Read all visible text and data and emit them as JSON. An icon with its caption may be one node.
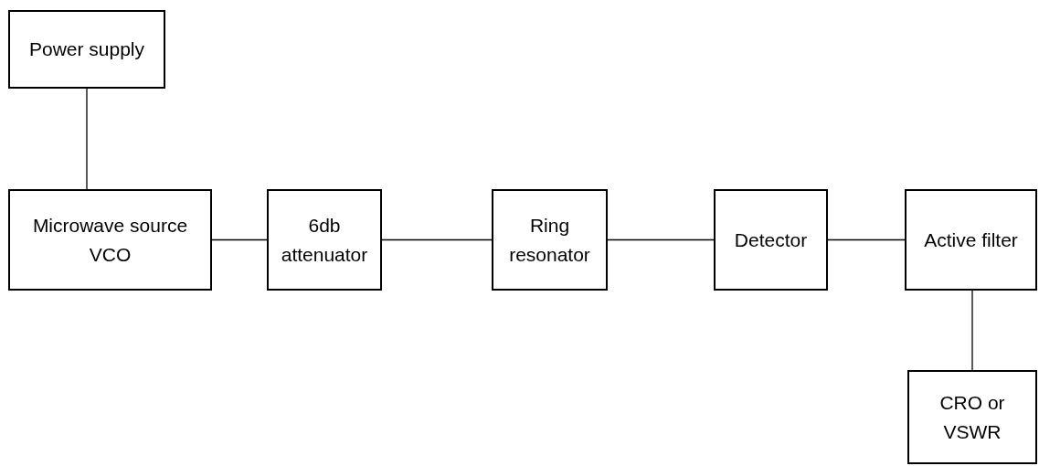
{
  "diagram": {
    "nodes": [
      {
        "text": [
          "Power supply"
        ]
      },
      {
        "text": [
          "Microwave source VCO"
        ]
      },
      {
        "text": [
          "6db attenuator"
        ]
      },
      {
        "text": [
          "Ring resonator"
        ]
      },
      {
        "text": [
          "Detector"
        ]
      },
      {
        "text": [
          "Active filter"
        ]
      },
      {
        "text": [
          "CRO or VSWR"
        ]
      }
    ],
    "edges": [
      {
        "from": 0,
        "to": 1,
        "arrow": "none"
      },
      {
        "from": 1,
        "to": 2,
        "arrow": "none"
      },
      {
        "from": 2,
        "to": 3,
        "arrow": "none"
      },
      {
        "from": 3,
        "to": 4,
        "arrow": "none"
      },
      {
        "from": 4,
        "to": 5,
        "arrow": "none"
      },
      {
        "from": 5,
        "to": 6,
        "arrow": "none"
      }
    ]
  }
}
